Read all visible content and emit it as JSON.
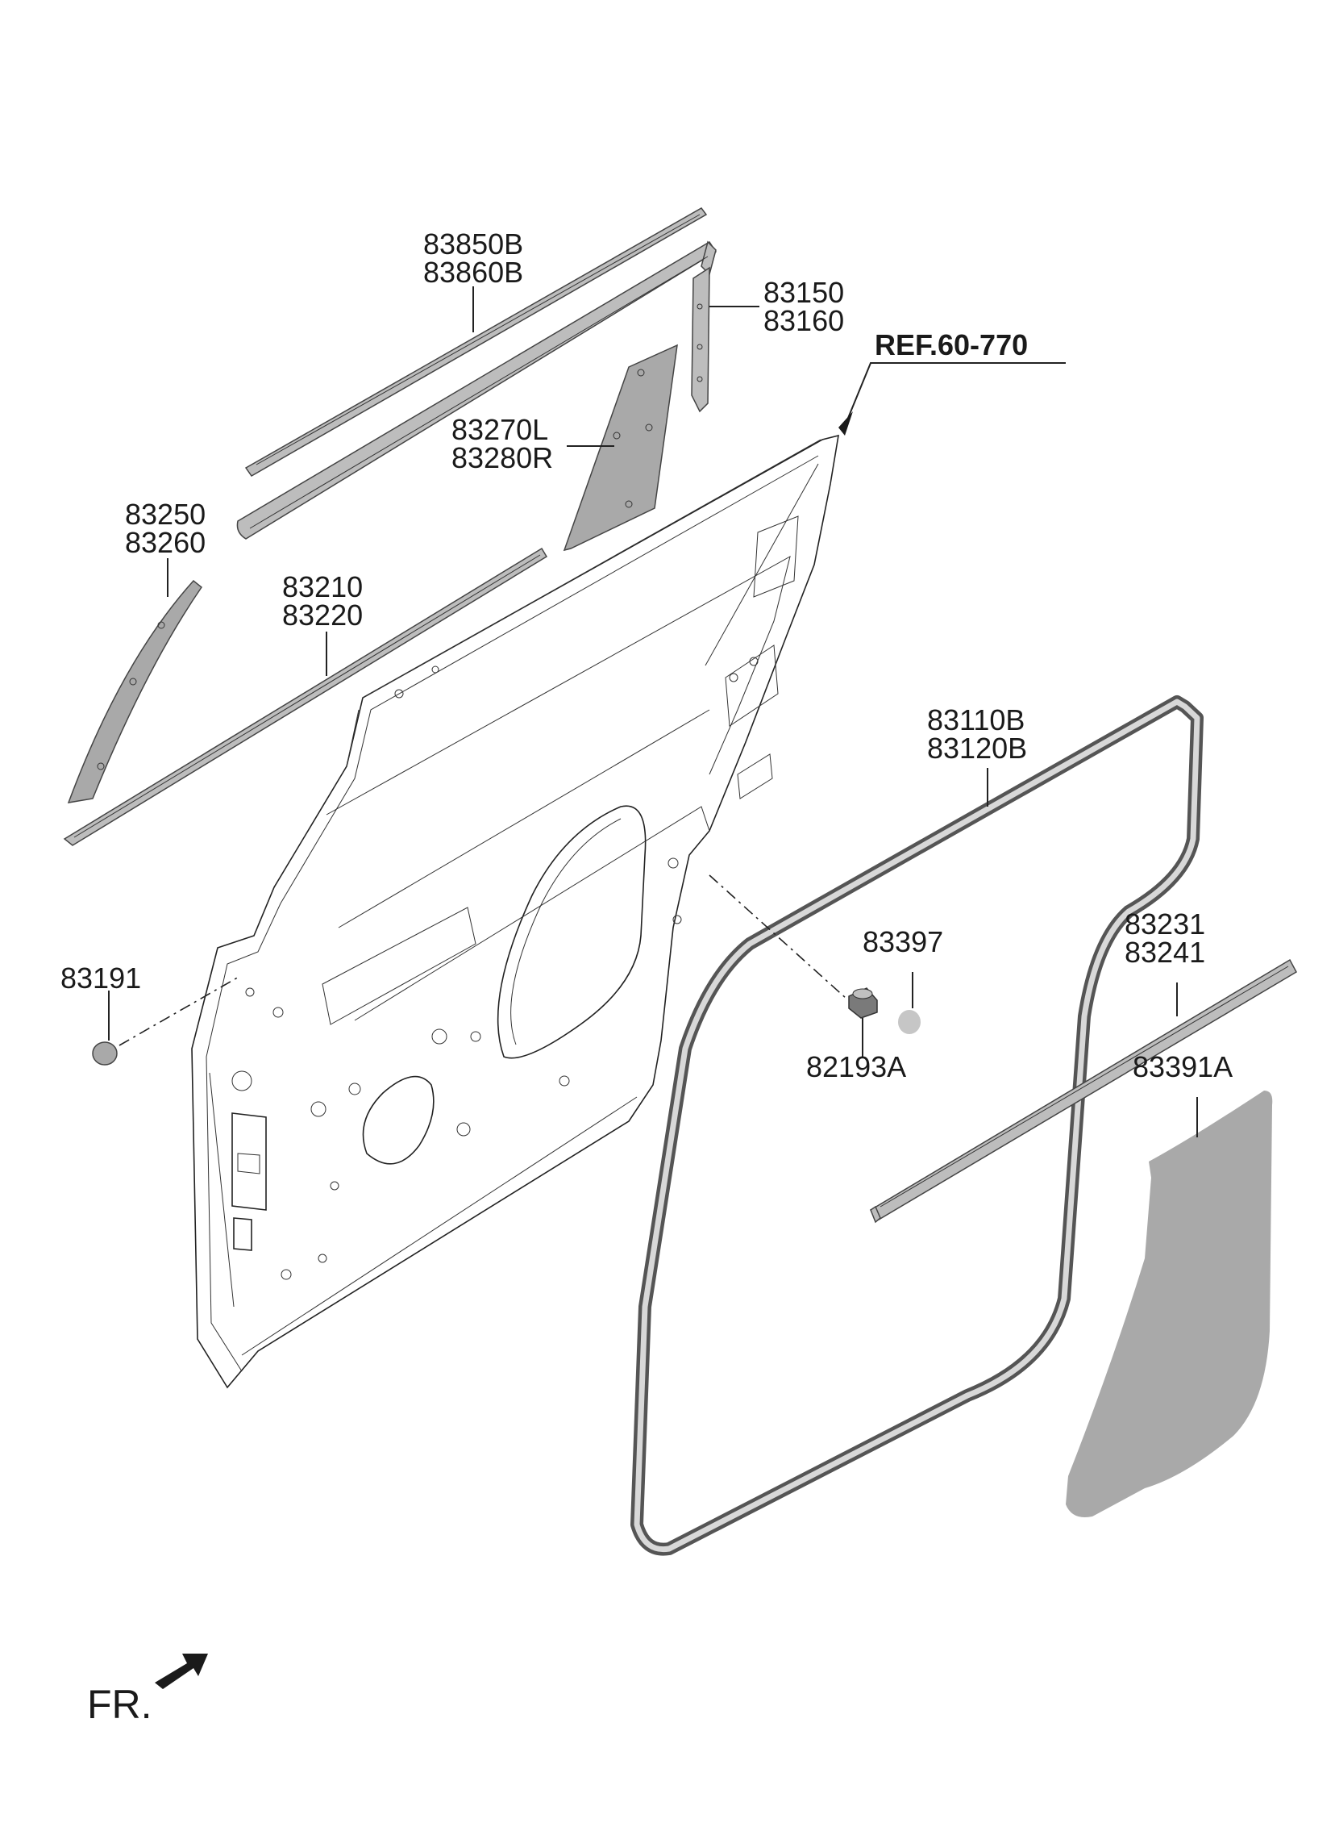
{
  "labels": {
    "l_83850B": "83850B",
    "l_83860B": "83860B",
    "l_83150": "83150",
    "l_83160": "83160",
    "l_ref": "REF.60-770",
    "l_83270L": "83270L",
    "l_83280R": "83280R",
    "l_83250": "83250",
    "l_83260": "83260",
    "l_83210": "83210",
    "l_83220": "83220",
    "l_83110B": "83110B",
    "l_83120B": "83120B",
    "l_83191": "83191",
    "l_83397": "83397",
    "l_82193A": "82193A",
    "l_83231": "83231",
    "l_83241": "83241",
    "l_83391A": "83391A",
    "fr": "FR."
  },
  "colors": {
    "part_fill": "#a9a9a9",
    "line": "#222222",
    "background": "#ffffff"
  }
}
